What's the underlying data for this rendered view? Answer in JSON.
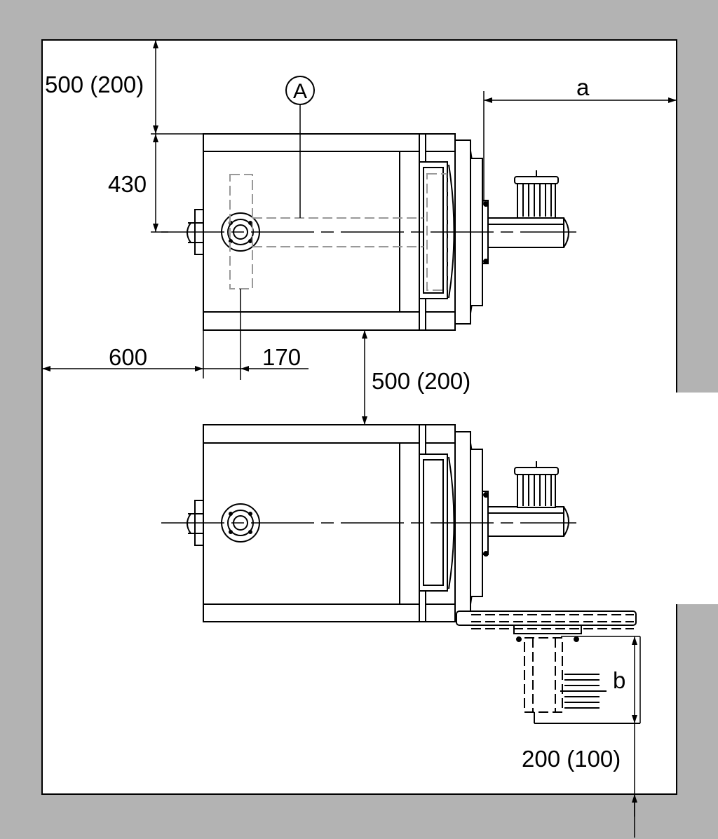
{
  "colors": {
    "wall": "#b3b3b3",
    "line": "#000000",
    "hidden_line": "#999999",
    "paper": "#ffffff"
  },
  "labels": {
    "top_clearance": "500 (200)",
    "depth_430": "430",
    "callout_a": "A",
    "dim_a": "a",
    "left_clearance": "600",
    "offset_170": "170",
    "between_clearance": "500 (200)",
    "dim_b": "b",
    "bottom_clearance": "200 (100)"
  }
}
